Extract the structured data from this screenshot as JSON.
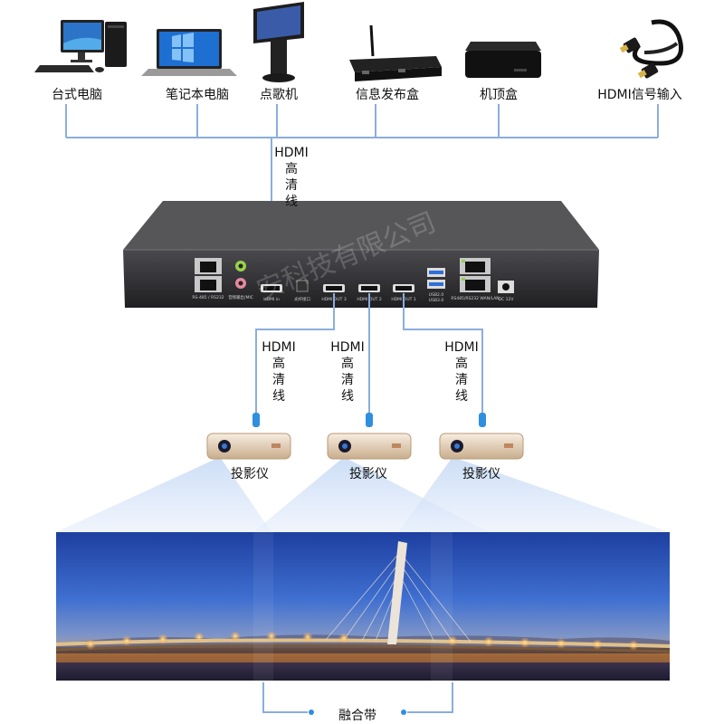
{
  "sources": [
    {
      "label": "台式电脑",
      "icon": "desktop-computer-icon"
    },
    {
      "label": "笔记本电脑",
      "icon": "laptop-icon"
    },
    {
      "label": "点歌机",
      "icon": "karaoke-kiosk-icon"
    },
    {
      "label": "信息发布盒",
      "icon": "media-player-box-icon"
    },
    {
      "label": "机顶盒",
      "icon": "set-top-box-icon"
    },
    {
      "label": "HDMI信号输入",
      "icon": "hdmi-cable-icon"
    }
  ],
  "input_cable": {
    "line1": "HDMI",
    "line2": [
      "高",
      "清",
      "线"
    ]
  },
  "output_cables": [
    {
      "line1": "HDMI",
      "line2": [
        "高",
        "清",
        "线"
      ]
    },
    {
      "line1": "HDMI",
      "line2": [
        "高",
        "清",
        "线"
      ]
    },
    {
      "line1": "HDMI",
      "line2": [
        "高",
        "清",
        "线"
      ]
    }
  ],
  "device_port_labels": {
    "hdmi_in": "HDMI in",
    "optical": "光纤接口",
    "out3": "HDMI OUT 3",
    "out2": "HDMI OUT 2",
    "out1": "HDMI OUT 1",
    "usb1": "USB2.0",
    "usb2": "USB3.0",
    "lan": "RS485/RS232 WAN/LAN",
    "dc": "DC 12V",
    "left_port": "RS-485 / RS232",
    "audio": "音频输出/MIC"
  },
  "projectors": [
    {
      "label": "投影仪"
    },
    {
      "label": "投影仪"
    },
    {
      "label": "投影仪"
    }
  ],
  "watermark": "安科技有限公司",
  "blend_label": "融合带",
  "colors": {
    "line": "#8aaede",
    "accent": "#2f8fde",
    "beam": "#cfe0f7"
  }
}
